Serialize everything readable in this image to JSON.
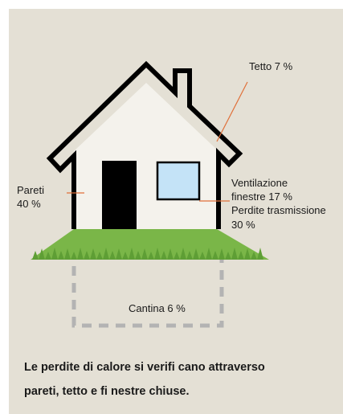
{
  "labels": {
    "roof": "Tetto 7 %",
    "walls_line1": "Pareti",
    "walls_line2": "40 %",
    "window_line1": "Ventilazione",
    "window_line2": "finestre 17 %",
    "window_line3": "Perdite trasmissione",
    "window_line4": "30 %",
    "cellar": "Cantina 6 %"
  },
  "caption": {
    "line1": "Le perdite di calore si verifi cano attraverso",
    "line2": "pareti, tetto e fi nestre chiuse."
  },
  "colors": {
    "background": "#e4e0d5",
    "outline": "#000000",
    "house_fill": "#f4f2ec",
    "door": "#000000",
    "window": "#c4e3f7",
    "leader": "#e0703a",
    "grass": "#7ab648",
    "cellar_dash": "#b3b3b3"
  }
}
